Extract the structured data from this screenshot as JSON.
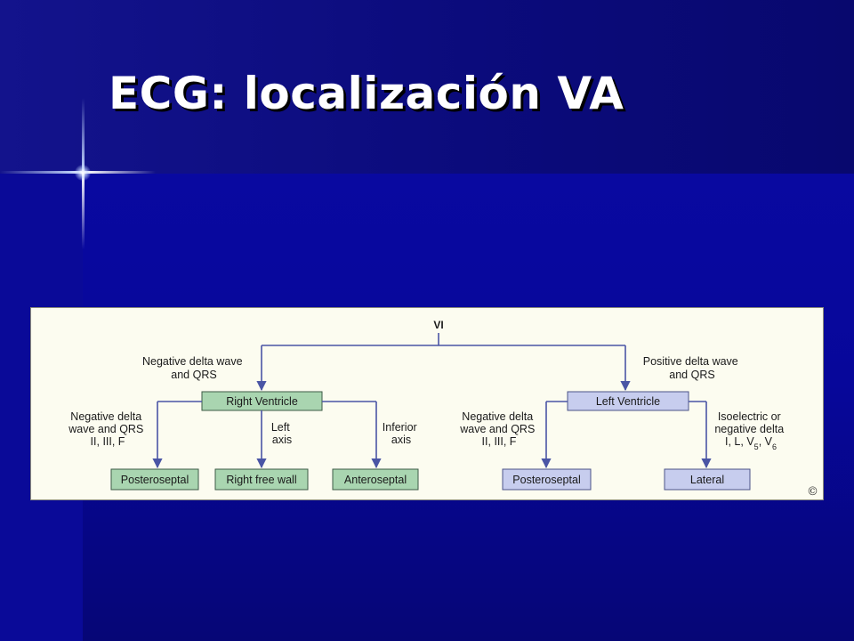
{
  "slide": {
    "title": "ECG: localización VA"
  },
  "diagram": {
    "root": "VI",
    "left_branch": {
      "condition": [
        "Negative delta wave",
        "and QRS"
      ],
      "node": "Right Ventricle",
      "sub_conditions": {
        "left": [
          "Negative delta",
          "wave and QRS",
          "II, III, F"
        ],
        "middle": [
          "Left",
          "axis"
        ],
        "right": [
          "Inferior",
          "axis"
        ]
      },
      "leaves": [
        "Posteroseptal",
        "Right free wall",
        "Anteroseptal"
      ]
    },
    "right_branch": {
      "condition": [
        "Positive delta wave",
        "and QRS"
      ],
      "node": "Left Ventricle",
      "sub_conditions": {
        "left": [
          "Negative delta",
          "wave and QRS",
          "II, III, F"
        ],
        "right": [
          "Isoelectric or",
          "negative delta",
          "I, L, V5, V6"
        ]
      },
      "leaves": [
        "Posteroseptal",
        "Lateral"
      ]
    },
    "corner_mark": "©"
  }
}
